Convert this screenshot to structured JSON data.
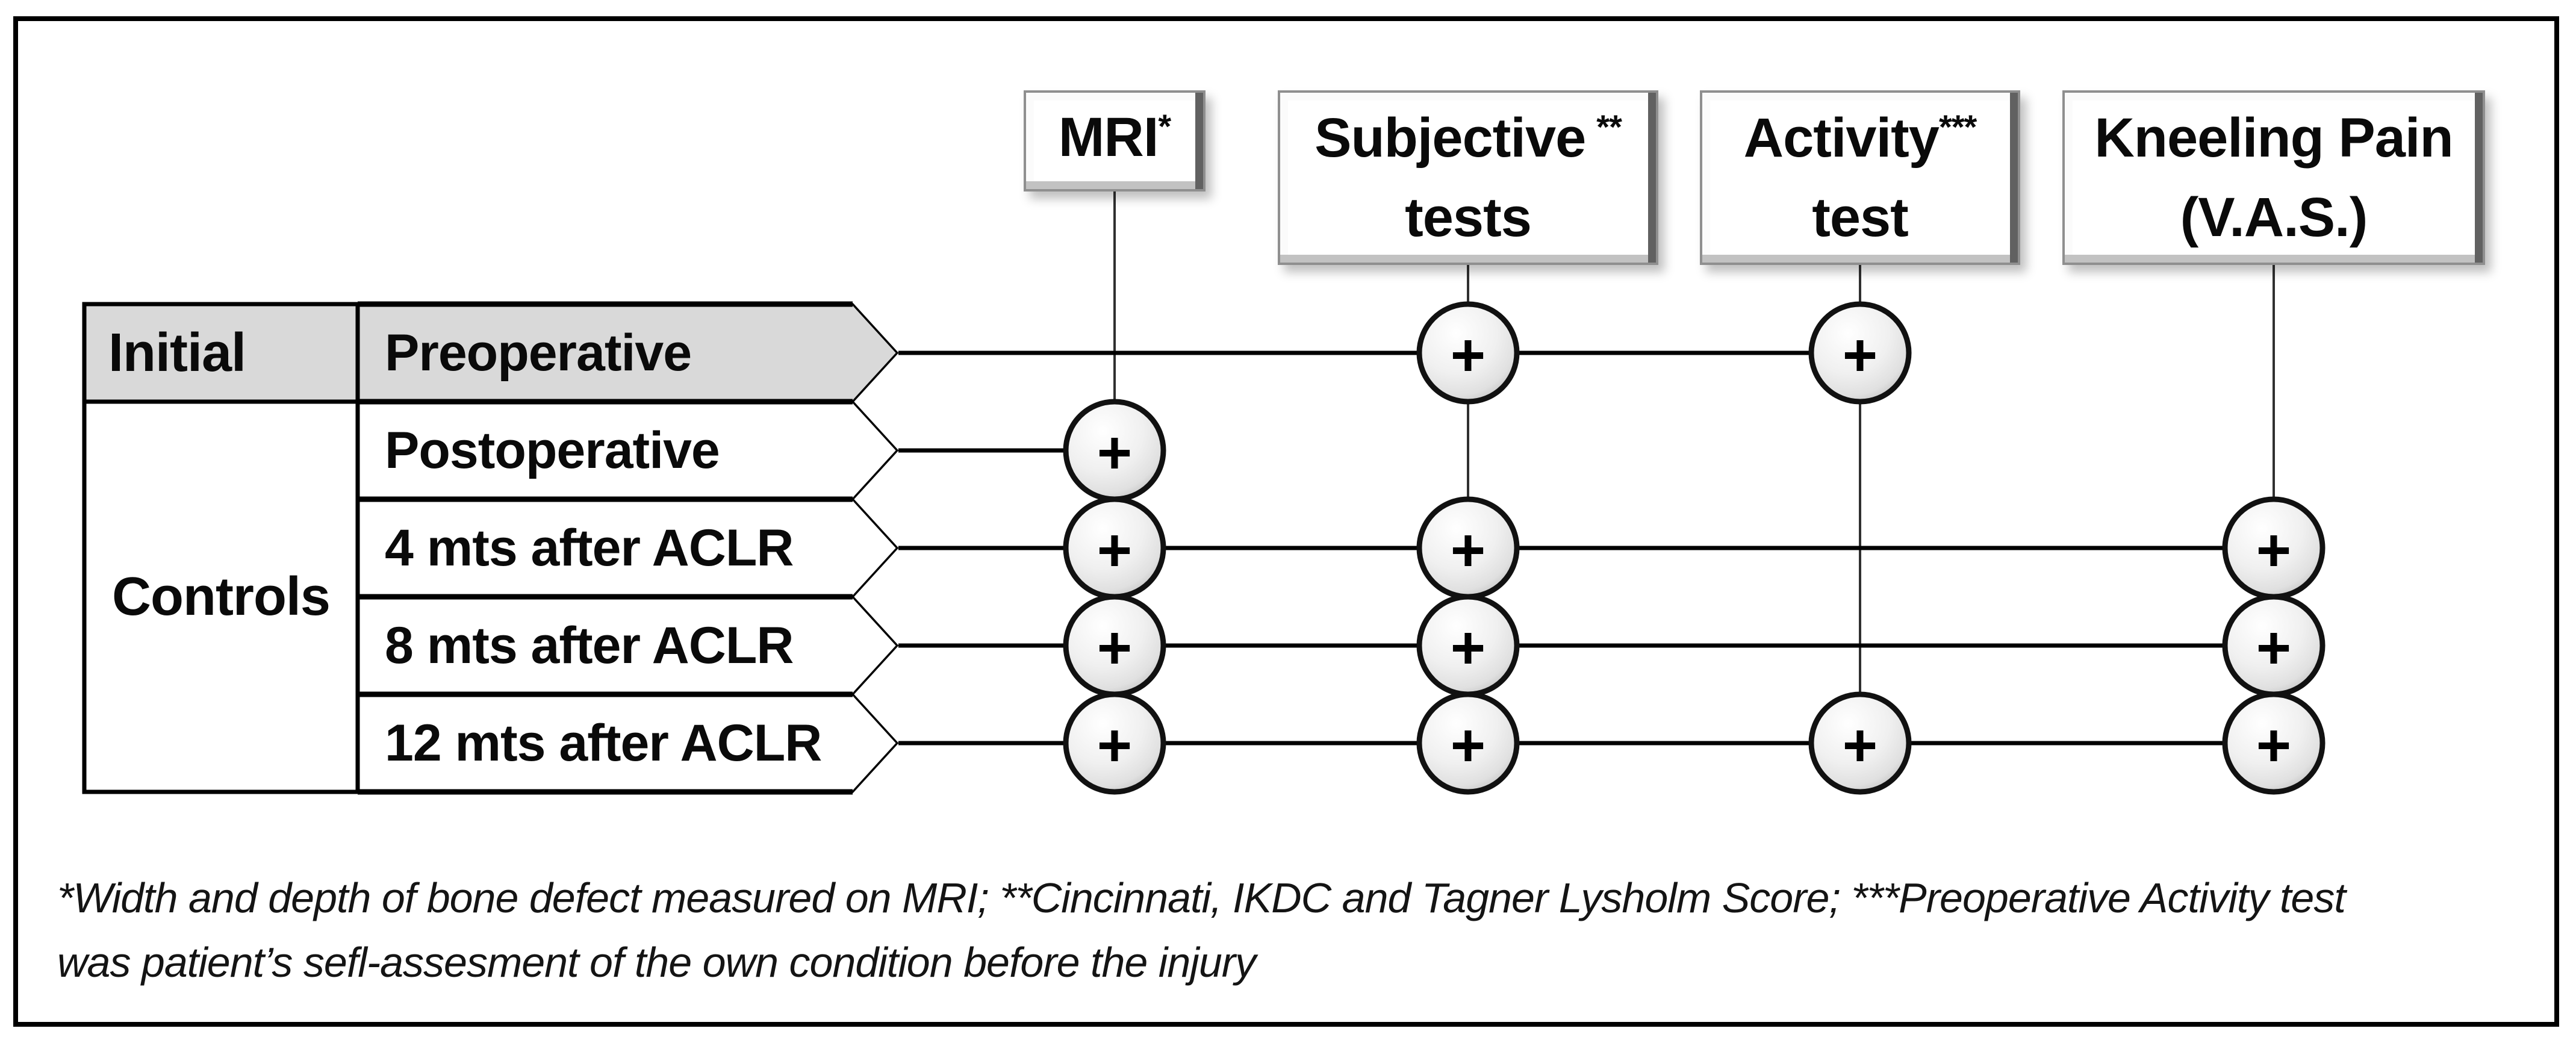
{
  "figure": {
    "columns": [
      {
        "title": "MRI",
        "sup": "*",
        "subtitle": ""
      },
      {
        "title": "Subjective",
        "sup": "**",
        "subtitle": "tests"
      },
      {
        "title": "Activity",
        "sup": "***",
        "subtitle": "test"
      },
      {
        "title": "Kneeling Pain",
        "sup": "",
        "subtitle": "(V.A.S.)"
      }
    ],
    "row_groups": [
      {
        "label": "Initial"
      },
      {
        "label": "Controls"
      }
    ],
    "rows": [
      {
        "group": "Initial",
        "label": "Preoperative",
        "marks": [
          0,
          1,
          1,
          0
        ]
      },
      {
        "group": "Controls",
        "label": "Postoperative",
        "marks": [
          1,
          0,
          0,
          0
        ]
      },
      {
        "group": "Controls",
        "label": "4 mts after ACLR",
        "marks": [
          1,
          1,
          0,
          1
        ]
      },
      {
        "group": "Controls",
        "label": "8 mts after ACLR",
        "marks": [
          1,
          1,
          0,
          1
        ]
      },
      {
        "group": "Controls",
        "label": "12 mts after ACLR",
        "marks": [
          1,
          1,
          1,
          1
        ]
      }
    ],
    "marker": "+",
    "footnote": {
      "line1": "*Width and depth of bone defect measured on MRI; **Cincinnati, IKDC and Tagner Lysholm Score; ***Preoperative Activity test",
      "line2": "was patient’s sefl-assesment of the own condition before the injury"
    },
    "colors": {
      "header_fill": "#d9d9d9",
      "row_fill": "#ffffff",
      "line": "#000000",
      "circle_fill": "#ededed",
      "circle_stroke": "#111111"
    }
  }
}
